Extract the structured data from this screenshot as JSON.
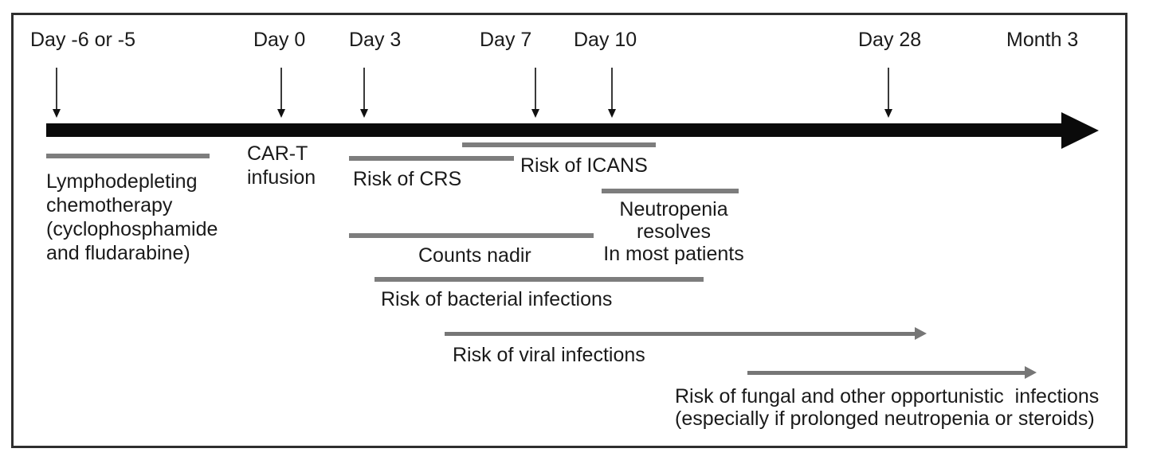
{
  "colors": {
    "timeline_black": "#0a0a0a",
    "bar_gray": "#7d7d7d",
    "arrow_gray": "#767676",
    "text": "#1a1a1a",
    "frame_border": "#2e2e2e"
  },
  "timeline": {
    "markers": [
      {
        "label": "Day -6 or -5"
      },
      {
        "label": "Day 0"
      },
      {
        "label": "Day 3"
      },
      {
        "label": "Day 7"
      },
      {
        "label": "Day 10"
      },
      {
        "label": "Day 28"
      },
      {
        "label": "Month 3"
      }
    ]
  },
  "events": {
    "lymphodepleting": "Lymphodepleting\nchemotherapy\n(cyclophosphamide\nand fludarabine)",
    "cart_infusion": "CAR-T\ninfusion",
    "risk_crs": "Risk of CRS",
    "risk_icans": "Risk of ICANS",
    "neutropenia": "Neutropenia\nresolves\nIn most patients",
    "counts_nadir": "Counts nadir",
    "risk_bacterial": "Risk of bacterial infections",
    "risk_viral": "Risk of viral infections",
    "risk_fungal": "Risk of fungal and other opportunistic  infections\n(especially if prolonged neutropenia or steroids)"
  }
}
